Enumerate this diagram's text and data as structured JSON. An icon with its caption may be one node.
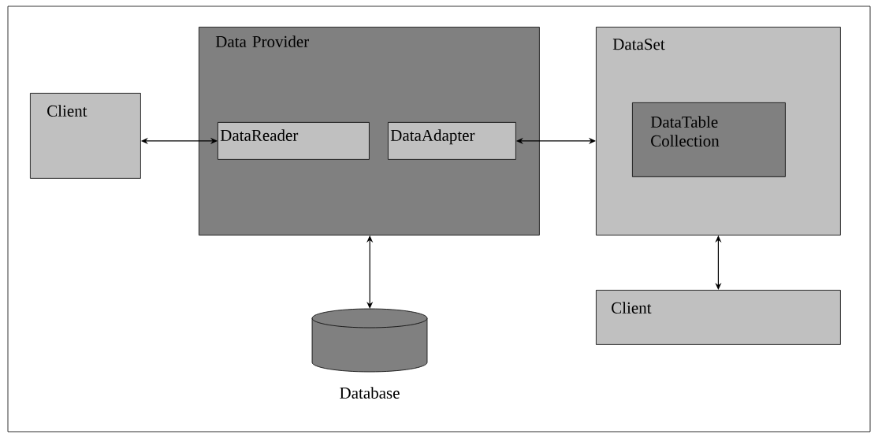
{
  "diagram": {
    "nodes": [
      {
        "text": [
          "Client"
        ]
      },
      {
        "text": [
          "Data Provider"
        ]
      },
      {
        "text": [
          "DataReader"
        ],
        "in": 1
      },
      {
        "text": [
          "DataAdapter"
        ],
        "in": 1
      },
      {
        "text": [
          "DataSet"
        ]
      },
      {
        "text": [
          "DataTable Collection"
        ],
        "in": 4
      },
      {
        "text": [
          "Database"
        ]
      },
      {
        "text": [
          "Client"
        ]
      }
    ],
    "edges": [
      {
        "from": 0,
        "to": 2,
        "arrow": "both"
      },
      {
        "from": 3,
        "to": 4,
        "arrow": "both"
      },
      {
        "from": 1,
        "to": 6,
        "arrow": "both"
      },
      {
        "from": 4,
        "to": 7,
        "arrow": "both"
      }
    ]
  }
}
